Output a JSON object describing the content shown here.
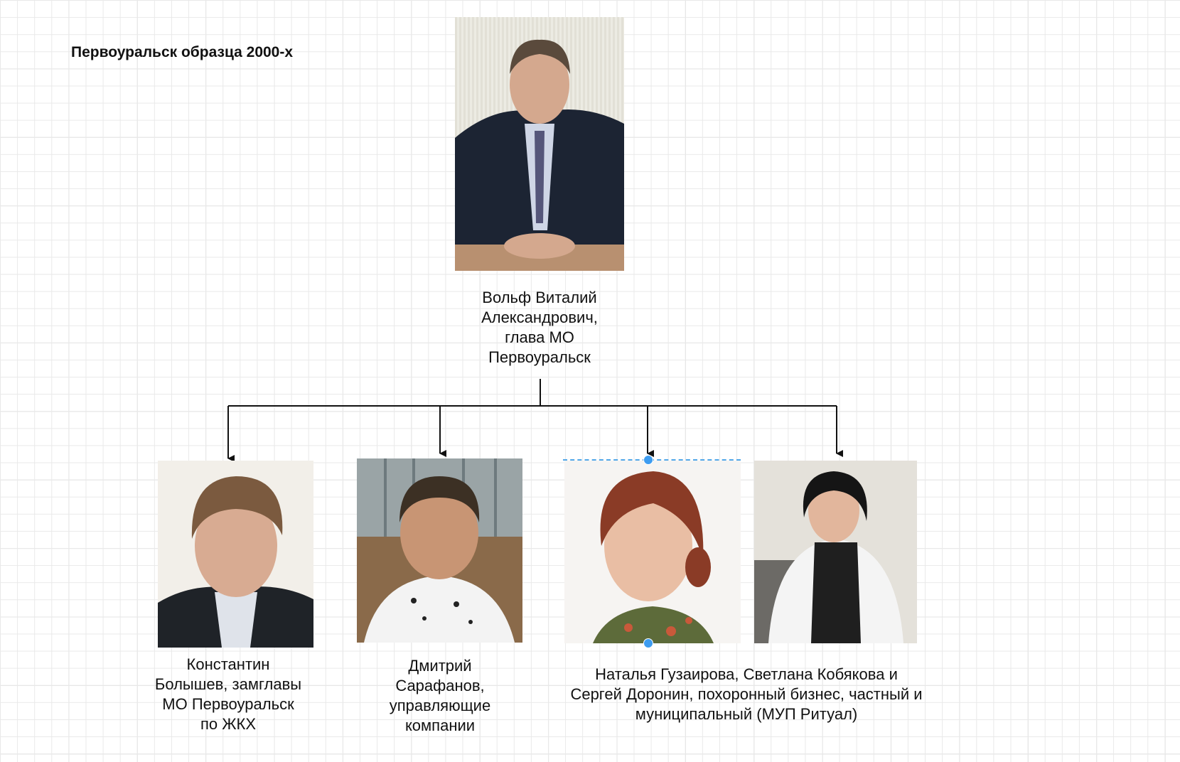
{
  "title": "Первоуральск образца 2000-х",
  "nodes": [
    {
      "id": "wolf",
      "label_lines": [
        "Вольф Виталий",
        "Александрович,",
        "глава МО",
        "Первоуральск"
      ]
    },
    {
      "id": "bolyshev",
      "label_lines": [
        "Константин",
        "Болышев, замглавы",
        "МО Первоуральск",
        "по ЖКХ"
      ]
    },
    {
      "id": "sarafanov",
      "label_lines": [
        "Дмитрий",
        "Сарафанов,",
        "управляющие",
        "компании"
      ]
    },
    {
      "id": "funeral",
      "label_lines": [
        "Наталья Гузаирова, Светлана Кобякова и",
        "Сергей Доронин, похоронный бизнес, частный и",
        "муниципальный (МУП Ритуал)"
      ]
    }
  ],
  "colors": {
    "connector": "#111111",
    "selection": "#52a7e8"
  }
}
